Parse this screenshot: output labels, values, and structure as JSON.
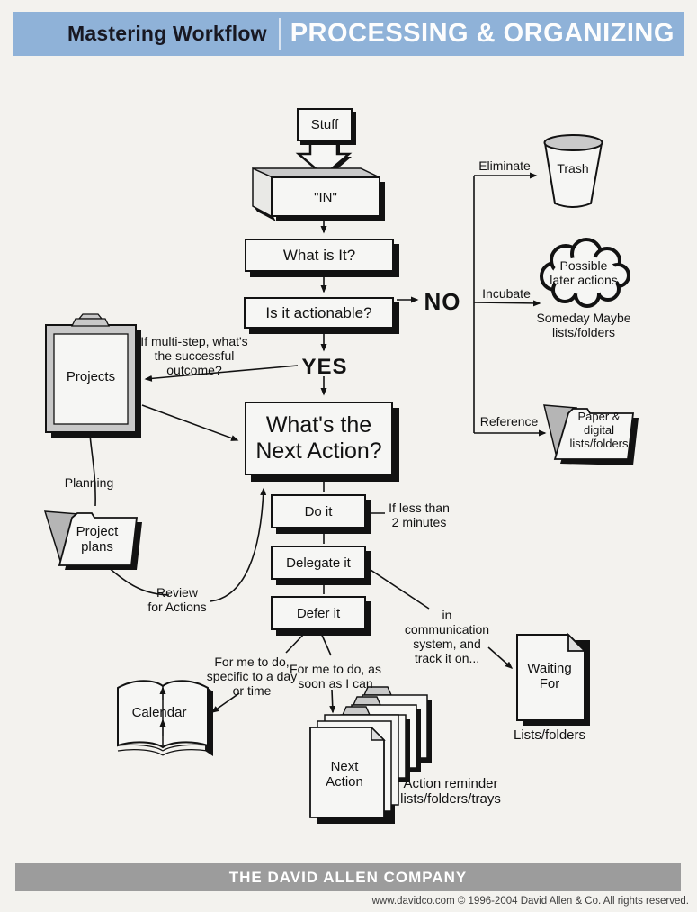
{
  "header": {
    "brand": "Mastering Workflow",
    "title": "PROCESSING & ORGANIZING"
  },
  "nodes": {
    "stuff": "Stuff",
    "in_tray": "\"IN\"",
    "what_is_it": "What is It?",
    "is_it_actionable": "Is it actionable?",
    "no_label": "NO",
    "yes_label": "YES",
    "whats_next_action": "What's the\nNext Action?",
    "do_it": "Do it",
    "delegate_it": "Delegate it",
    "defer_it": "Defer it"
  },
  "right_branch": {
    "eliminate": "Eliminate",
    "trash": "Trash",
    "incubate": "Incubate",
    "possible_later": "Possible\nlater actions",
    "someday_maybe": "Someday Maybe\nlists/folders",
    "reference": "Reference",
    "paper_digital": "Paper &\ndigital\nlists/folders"
  },
  "left_branch": {
    "projects": "Projects",
    "multi_step_note": "If multi-step, what's\nthe successful\noutcome?",
    "planning": "Planning",
    "project_plans": "Project\nplans",
    "review_for_actions": "Review\nfor Actions"
  },
  "bottom": {
    "if_less_than": "If less than\n2 minutes",
    "comm_note": "in\ncommunication\nsystem, and\ntrack it on...",
    "waiting_for": "Waiting\nFor",
    "lists_folders": "Lists/folders",
    "calendar_note": "For me to do,\nspecific to a day\nor time",
    "calendar": "Calendar",
    "soon_note": "For me to do, as\nsoon as I can",
    "next_action": "Next\nAction",
    "action_reminder": "Action reminder\nlists/folders/trays"
  },
  "footer": {
    "company": "THE DAVID ALLEN COMPANY",
    "copyright": "www.davidco.com  © 1996-2004 David Allen & Co. All rights reserved."
  },
  "colors": {
    "header_bg": "#8fb2d8",
    "footer_band": "#9c9c9c",
    "ink": "#121212",
    "paper": "#f6f6f4",
    "gray_fill": "#c9c9c9",
    "page_bg": "#f3f2ee"
  }
}
